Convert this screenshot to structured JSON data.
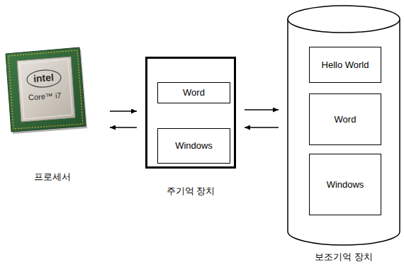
{
  "diagram": {
    "nodes": [
      {
        "text": [
          "프로세서"
        ]
      },
      {
        "text": [
          "주기억 장치"
        ]
      },
      {
        "text": [
          "Word"
        ],
        "in": 1
      },
      {
        "text": [
          "Windows"
        ],
        "in": 1
      },
      {
        "text": [
          "보조기억 장치"
        ]
      },
      {
        "text": [
          "Hello World"
        ],
        "in": 4
      },
      {
        "text": [
          "Word"
        ],
        "in": 4
      },
      {
        "text": [
          "Windows"
        ],
        "in": 4
      }
    ],
    "edges": [
      {
        "from": 0,
        "to": 1,
        "arrow": "to"
      },
      {
        "from": 1,
        "to": 0,
        "arrow": "to"
      },
      {
        "from": 1,
        "to": 4,
        "arrow": "to"
      },
      {
        "from": 4,
        "to": 1,
        "arrow": "to"
      }
    ],
    "labels": [
      "intel",
      "Core™ i7"
    ]
  }
}
